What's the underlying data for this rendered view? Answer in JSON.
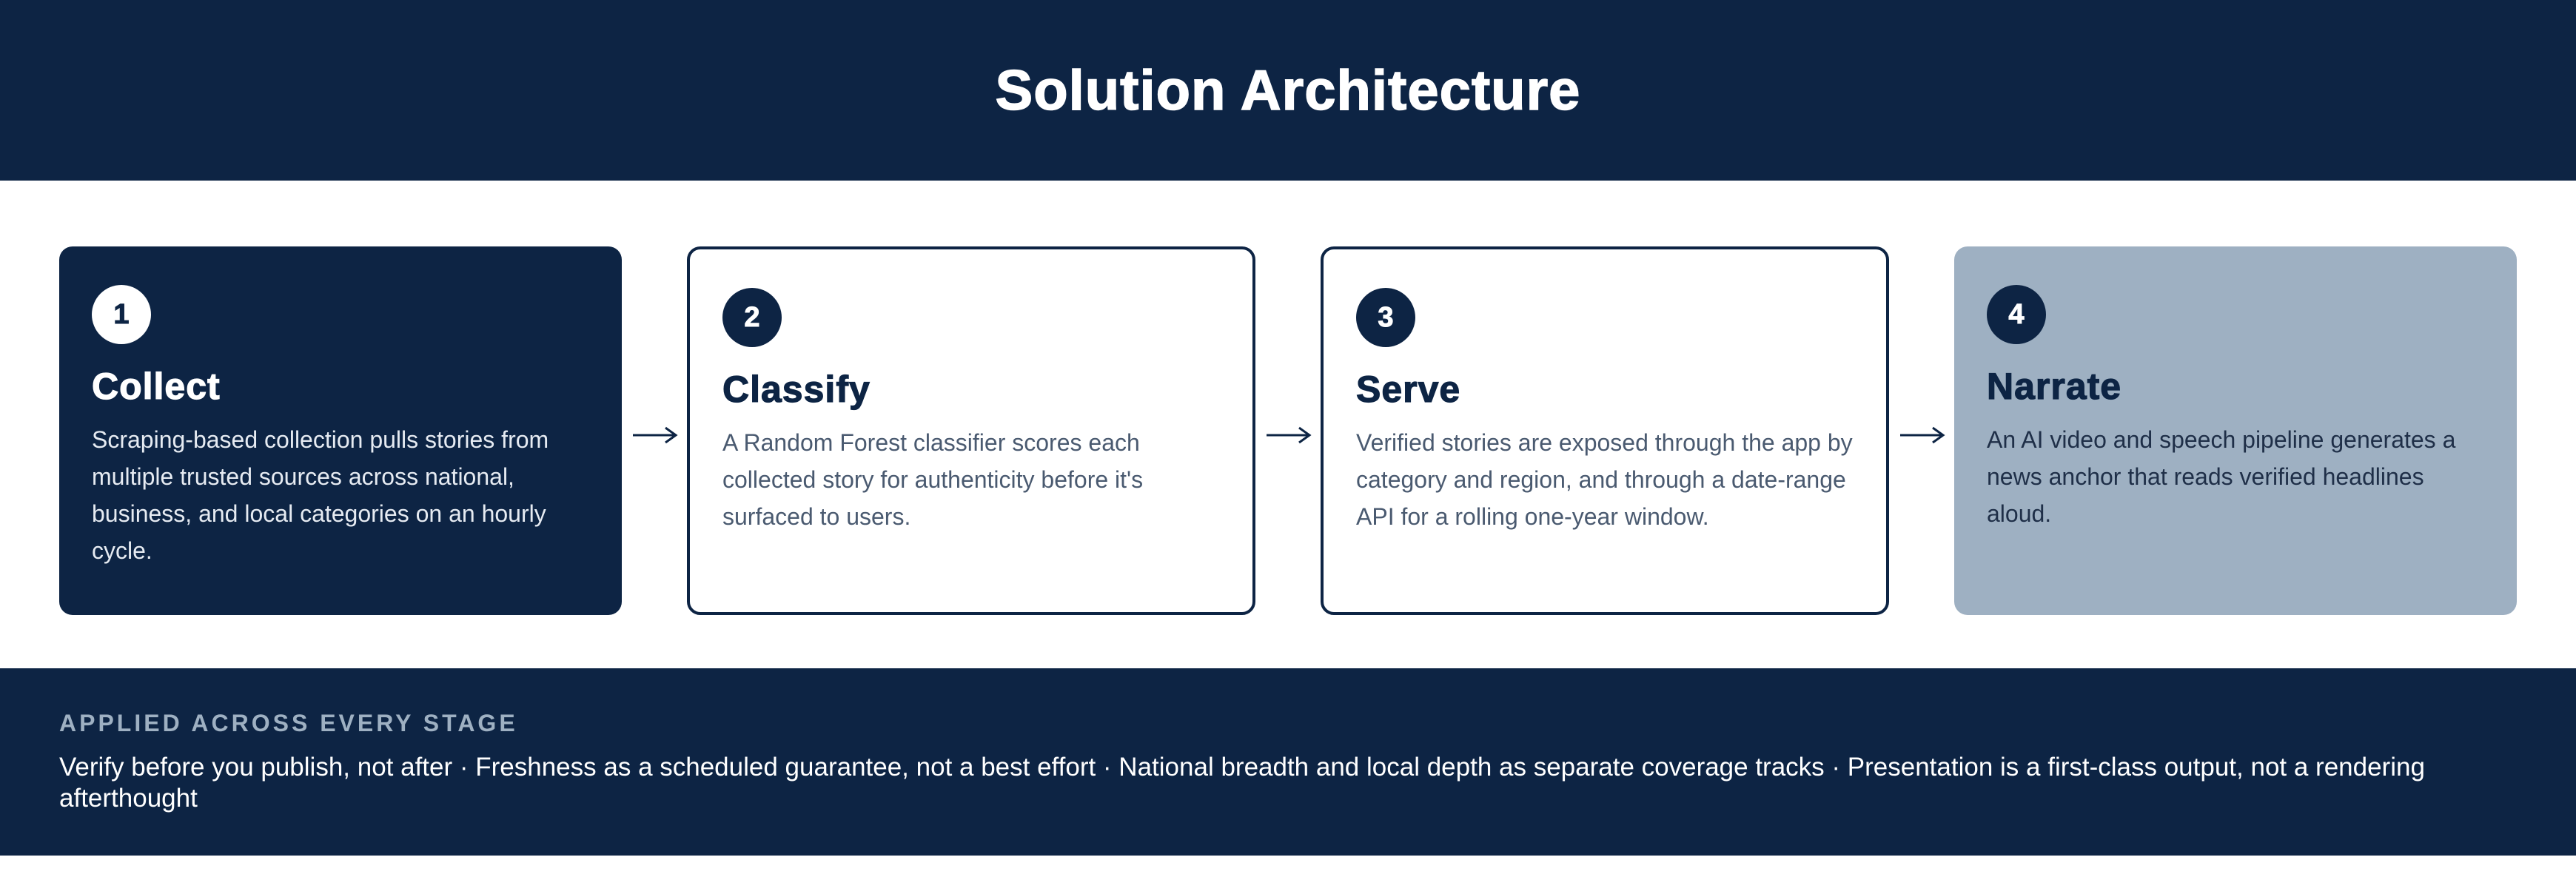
{
  "header": {
    "title": "Solution Architecture"
  },
  "stages": [
    {
      "number": "1",
      "title": "Collect",
      "description": "Scraping-based collection pulls stories from multiple trusted sources across national, business, and local categories on an hourly cycle."
    },
    {
      "number": "2",
      "title": "Classify",
      "description": "A Random Forest classifier scores each collected story for authenticity before it's surfaced to users."
    },
    {
      "number": "3",
      "title": "Serve",
      "description": "Verified stories are exposed through the app by category and region, and through a date-range API for a rolling one-year window."
    },
    {
      "number": "4",
      "title": "Narrate",
      "description": "An AI video and speech pipeline generates a news anchor that reads verified headlines aloud."
    }
  ],
  "footer": {
    "label": "APPLIED ACROSS EVERY STAGE",
    "principles": "Verify before you publish, not after · Freshness as a scheduled guarantee, not a best effort · National breadth and local depth as separate coverage tracks · Presentation is a first-class output, not a rendering afterthought"
  },
  "colors": {
    "navy": "#0d2444",
    "slate": "#9eb0c2",
    "white": "#ffffff"
  },
  "icons": {
    "connector": "right-arrow-icon"
  }
}
